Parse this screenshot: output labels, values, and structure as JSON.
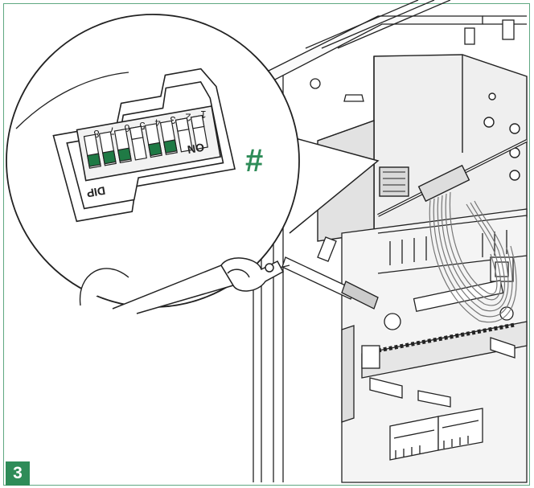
{
  "step_number": "3",
  "callout_symbol": "#",
  "dip_label": "DIP",
  "on_label": "ON",
  "dip_switch_numbers": [
    "8",
    "7",
    "6",
    "5",
    "4",
    "3",
    "2",
    "1"
  ],
  "dip_switch_states": [
    "on",
    "on",
    "on",
    "off",
    "on",
    "on",
    "off",
    "off"
  ],
  "colors": {
    "frame": "#5fa882",
    "accent": "#2e8c58",
    "switch_on": "#1f7a45",
    "line": "#222222",
    "panel": "#d9d9d9"
  }
}
